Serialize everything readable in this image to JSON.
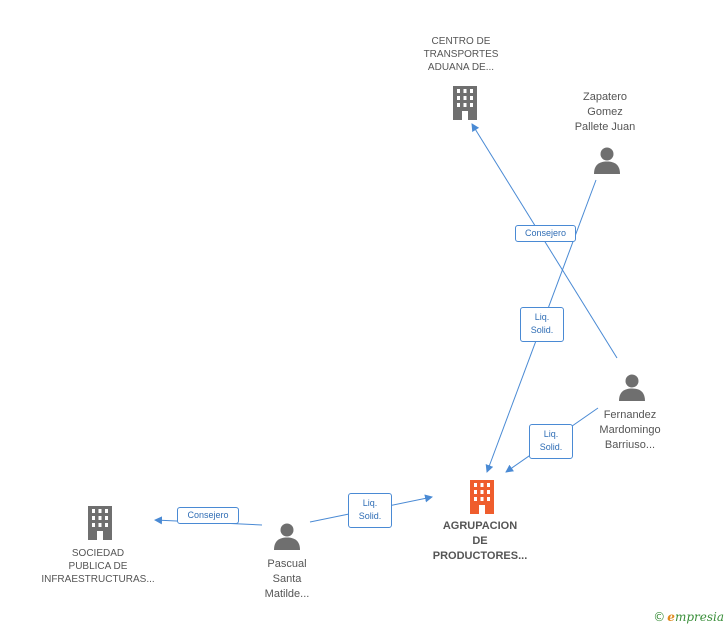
{
  "nodes": {
    "centro": {
      "lines": [
        "CENTRO DE",
        "TRANSPORTES",
        "ADUANA DE..."
      ],
      "kind": "company"
    },
    "zapatero": {
      "lines": [
        "Zapatero",
        "Gomez",
        "Pallete Juan"
      ],
      "kind": "person"
    },
    "fernandez": {
      "lines": [
        "Fernandez",
        "Mardomingo",
        "Barriuso..."
      ],
      "kind": "person"
    },
    "agrupacion": {
      "lines": [
        "AGRUPACION",
        "DE",
        "PRODUCTORES..."
      ],
      "kind": "company-main"
    },
    "pascual": {
      "lines": [
        "Pascual",
        "Santa",
        "Matilde..."
      ],
      "kind": "person"
    },
    "sociedad": {
      "lines": [
        "SOCIEDAD",
        "PUBLICA DE",
        "INFRAESTRUCTURAS..."
      ],
      "kind": "company"
    }
  },
  "edges": {
    "fernandez_centro": {
      "lines": [
        "Consejero"
      ]
    },
    "zapatero_agrupacion": {
      "lines": [
        "Liq.",
        "Solid."
      ]
    },
    "fernandez_agrupacion": {
      "lines": [
        "Liq.",
        "Solid."
      ]
    },
    "pascual_agrupacion": {
      "lines": [
        "Liq.",
        "Solid."
      ]
    },
    "pascual_sociedad": {
      "lines": [
        "Consejero"
      ]
    }
  },
  "colors": {
    "line": "#4a8ad4",
    "icon": "#6f6f6f",
    "main_icon": "#ef5d2d"
  },
  "footer": {
    "copyright": "©",
    "brand_initial": "e",
    "brand_rest": "mpresia"
  }
}
